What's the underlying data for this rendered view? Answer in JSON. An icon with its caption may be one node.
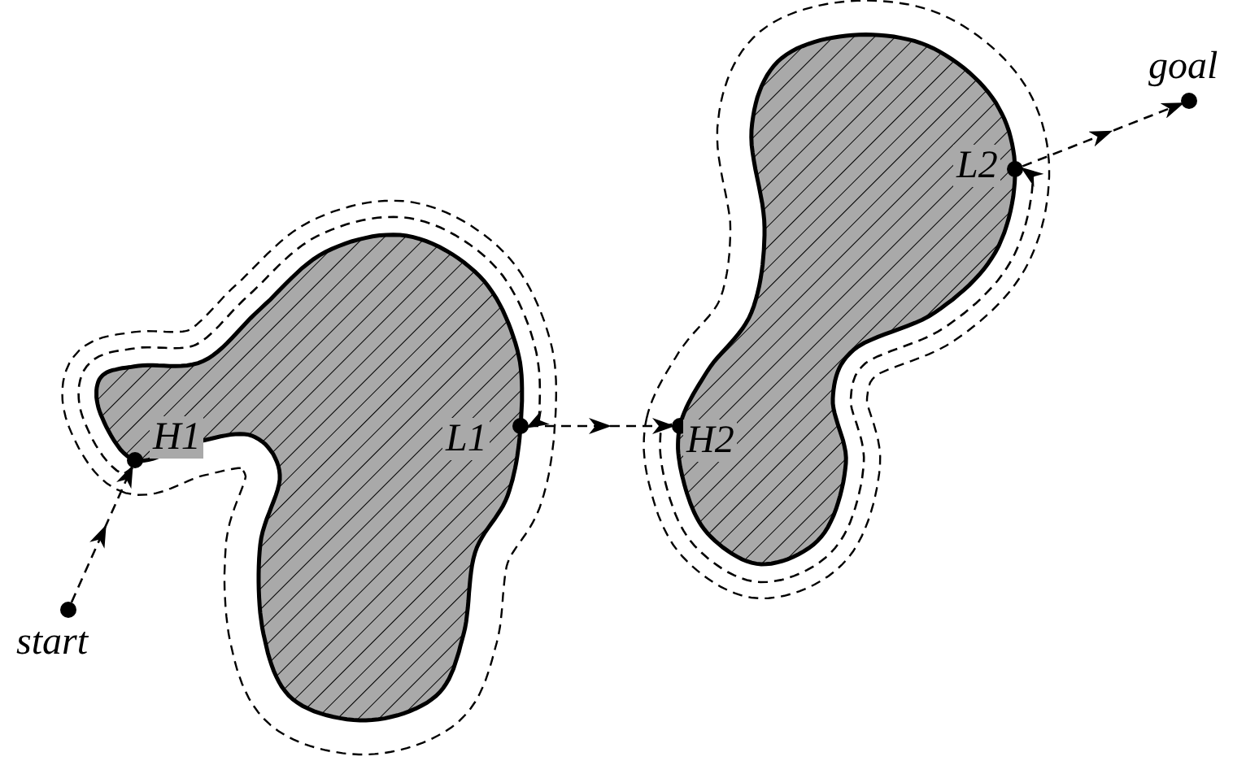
{
  "diagram": {
    "nodes": [
      {
        "text": [],
        "shape": "circle",
        "beside": [
          "start"
        ]
      },
      {
        "text": [],
        "shape": "circle",
        "beside": [
          "H1"
        ]
      },
      {
        "text": [],
        "shape": "circle",
        "beside": [
          "L1"
        ]
      },
      {
        "text": [],
        "shape": "circle",
        "beside": [
          "H2"
        ]
      },
      {
        "text": [],
        "shape": "circle",
        "beside": [
          "L2"
        ]
      },
      {
        "text": [],
        "shape": "circle",
        "beside": [
          "goal"
        ]
      }
    ],
    "edges": [
      {
        "from": 0,
        "to": 1,
        "arrow": "to",
        "style": "dashed"
      },
      {
        "from": 1,
        "to": 2,
        "arrow": "to",
        "style": "dashed"
      },
      {
        "from": 2,
        "to": 3,
        "arrow": "to",
        "style": "dashed"
      },
      {
        "from": 3,
        "to": 4,
        "arrow": "to",
        "style": "dashed"
      },
      {
        "from": 4,
        "to": 5,
        "arrow": "to",
        "style": "dashed"
      }
    ]
  }
}
